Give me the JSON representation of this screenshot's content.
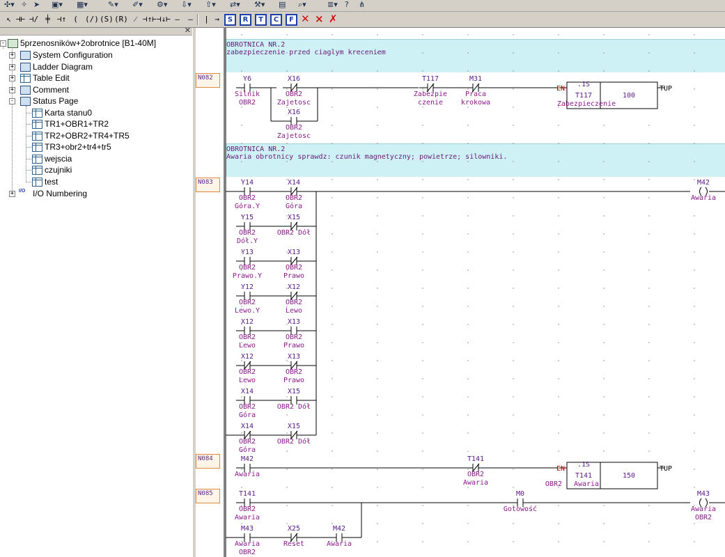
{
  "toolbar2": {
    "blue_buttons": [
      "S",
      "R",
      "T",
      "C",
      "F"
    ]
  },
  "tree": {
    "root_label": "5przenosników+2obrotnice [B1-40M]",
    "items": [
      {
        "label": "System Configuration",
        "toggle": "+"
      },
      {
        "label": "Ladder Diagram",
        "toggle": "+"
      },
      {
        "label": "Table Edit",
        "toggle": "+"
      },
      {
        "label": "Comment",
        "toggle": "+"
      },
      {
        "label": "Status Page",
        "toggle": "-"
      },
      {
        "label": "I/O Numbering",
        "toggle": "+"
      }
    ],
    "status_children": [
      "Karta stanu0",
      "TR1+OBR1+TR2",
      "TR2+OBR2+TR4+TR5",
      "TR3+obr2+tr4+tr5",
      "wejscia",
      "czujniki",
      "test"
    ],
    "io_icon_text": "I/O"
  },
  "ladder": {
    "comments": [
      {
        "line1": "OBROTNICA NR.2",
        "line2": "zabezpieczenie przed ciaglym kreceniem"
      },
      {
        "line1": "OBROTNICA NR.2",
        "line2": "Awaria obrotnicy sprawdz: czunik magnetyczny; powietrze; silowniki."
      }
    ],
    "rung_numbers": [
      "N082",
      "N083",
      "N084",
      "N085"
    ],
    "rung82": {
      "c1": {
        "addr": "Y6",
        "d1": "Silnik",
        "d2": "OBR2"
      },
      "c2": {
        "addr": "X16",
        "d1": "OBR2",
        "d2": "Zajetosc"
      },
      "c3": {
        "addr": "X16",
        "d1": "OBR2",
        "d2": "Zajetosc"
      },
      "c4": {
        "addr": "T117",
        "d1": "Zabezpie",
        "d2": "czenie"
      },
      "c5": {
        "addr": "M31",
        "d1": "Praca",
        "d2": "krokowa"
      },
      "timer": {
        "en": "EN",
        "base": ".1S",
        "tup": "TUP",
        "name": "T117",
        "preset": "100",
        "desc": "Zabezpieczenie"
      }
    },
    "rung83": {
      "rows": [
        {
          "a": {
            "addr": "Y14",
            "d1": "OBR2",
            "d2": "Góra.Y"
          },
          "b": {
            "addr": "X14",
            "d1": "OBR2",
            "d2": "Góra"
          }
        },
        {
          "a": {
            "addr": "Y15",
            "d1": "OBR2",
            "d2": "Dół.Y"
          },
          "b": {
            "addr": "X15",
            "d1": "OBR2 Dół",
            "d2": ""
          }
        },
        {
          "a": {
            "addr": "Y13",
            "d1": "OBR2",
            "d2": "Prawo.Y"
          },
          "b": {
            "addr": "X13",
            "d1": "OBR2",
            "d2": "Prawo"
          }
        },
        {
          "a": {
            "addr": "Y12",
            "d1": "OBR2",
            "d2": "Lewo.Y"
          },
          "b": {
            "addr": "X12",
            "d1": "OBR2",
            "d2": "Lewo"
          }
        },
        {
          "a": {
            "addr": "X12",
            "d1": "OBR2",
            "d2": "Lewo"
          },
          "b": {
            "addr": "X13",
            "d1": "OBR2",
            "d2": "Prawo"
          }
        },
        {
          "a": {
            "addr": "X12",
            "d1": "OBR2",
            "d2": "Lewo"
          },
          "b": {
            "addr": "X13",
            "d1": "OBR2",
            "d2": "Prawo"
          }
        },
        {
          "a": {
            "addr": "X14",
            "d1": "OBR2",
            "d2": "Góra"
          },
          "b": {
            "addr": "X15",
            "d1": "OBR2 Dół",
            "d2": ""
          }
        },
        {
          "a": {
            "addr": "X14",
            "d1": "OBR2",
            "d2": "Góra"
          },
          "b": {
            "addr": "X15",
            "d1": "OBR2 Dół",
            "d2": ""
          }
        }
      ],
      "coil": {
        "addr": "M42",
        "d1": "Awaria"
      }
    },
    "rung84": {
      "c1": {
        "addr": "M42",
        "d1": "Awaria"
      },
      "c2": {
        "addr": "T141",
        "d1": "OBR2",
        "d2": "Awaria"
      },
      "timer": {
        "en": "EN",
        "base": ".1S",
        "tup": "TUP",
        "name": "T141",
        "preset": "150",
        "desc1": "OBR2",
        "desc2": "Awaria"
      }
    },
    "rung85": {
      "c1": {
        "addr": "T141",
        "d1": "OBR2",
        "d2": "Awaria"
      },
      "c2": {
        "addr": "M0",
        "d1": "Gotowość"
      },
      "coil": {
        "addr": "M43",
        "d1": "Awaria",
        "d2": "OBR2"
      },
      "c3": {
        "addr": "M43",
        "d1": "Awaria",
        "d2": "OBR2"
      },
      "c4": {
        "addr": "X25",
        "d1": "Reset"
      },
      "c5": {
        "addr": "M42",
        "d1": "Awaria"
      }
    }
  }
}
